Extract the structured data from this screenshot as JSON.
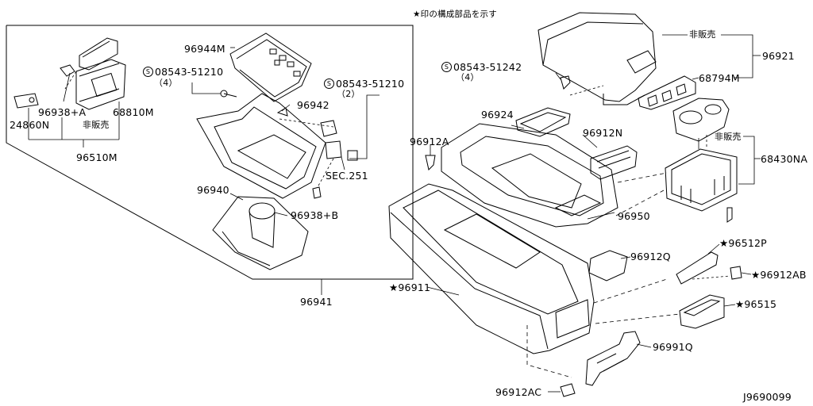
{
  "header_note": "★印の構成部品を示す",
  "diagram_id": "J9690099",
  "non_sale": "非販売",
  "screw_a": {
    "code": "08543-51210",
    "qty": "（4）"
  },
  "screw_b": {
    "code": "08543-51210",
    "qty": "（2）"
  },
  "screw_c": {
    "code": "08543-51242",
    "qty": "（4）"
  },
  "parts": {
    "p96944M": "96944M",
    "p96942": "96942",
    "p96938A": "96938+A",
    "p68810M": "68810M",
    "p24860N": "24860N",
    "p96510M": "96510M",
    "sec251": "SEC.251",
    "p96940": "96940",
    "p96938B": "96938+B",
    "p96941": "96941",
    "p96921": "96921",
    "p68794M": "68794M",
    "p96924": "96924",
    "p96912N": "96912N",
    "p96912A": "96912A",
    "p68430NA": "68430NA",
    "p96950": "96950",
    "p96512P": "★96512P",
    "p96912Q": "96912Q",
    "p96912AB": "★96912AB",
    "p96911": "★96911",
    "p96515": "★96515",
    "p96991Q": "96991Q",
    "p96912AC": "96912AC"
  }
}
